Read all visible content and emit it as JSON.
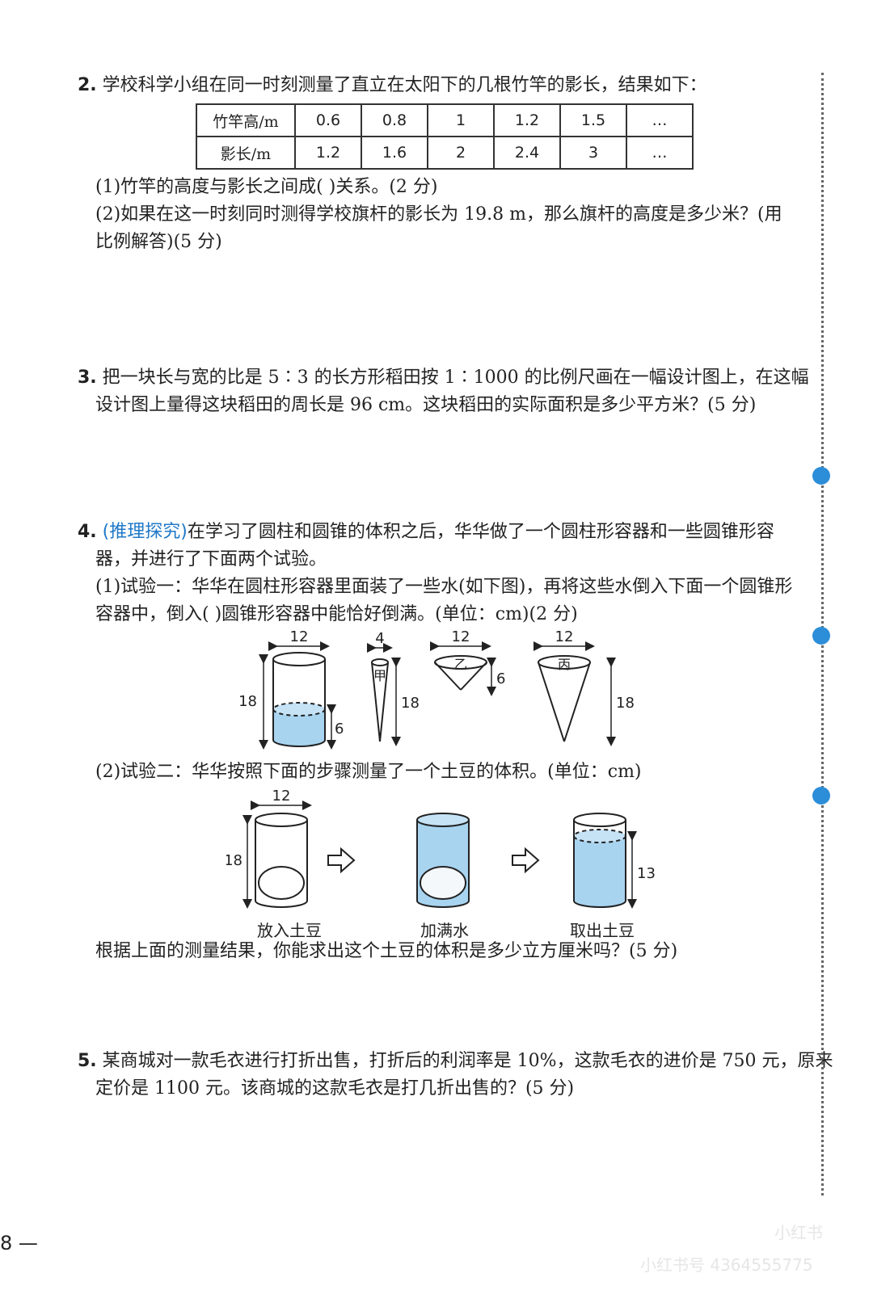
{
  "q2": {
    "num": "2.",
    "text": "学校科学小组在同一时刻测量了直立在太阳下的几根竹竿的影长，结果如下：",
    "table": {
      "rows": [
        [
          "竹竿高/m",
          "0.6",
          "0.8",
          "1",
          "1.2",
          "1.5",
          "…"
        ],
        [
          "影长/m",
          "1.2",
          "1.6",
          "2",
          "2.4",
          "3",
          "…"
        ]
      ]
    },
    "sub1": "(1)竹竿的高度与影长之间成(              )关系。(2 分)",
    "sub2_l1": "(2)如果在这一时刻同时测得学校旗杆的影长为 19.8 m，那么旗杆的高度是多少米？(用",
    "sub2_l2": "比例解答)(5 分)"
  },
  "q3": {
    "num": "3.",
    "l1": "把一块长与宽的比是 5∶3 的长方形稻田按 1∶1000 的比例尺画在一幅设计图上，在这幅",
    "l2": "设计图上量得这块稻田的周长是 96 cm。这块稻田的实际面积是多少平方米？(5 分)"
  },
  "q4": {
    "num": "4.",
    "tag": "(推理探究)",
    "l1": "在学习了圆柱和圆锥的体积之后，华华做了一个圆柱形容器和一些圆锥形容",
    "l2": "器，并进行了下面两个试验。",
    "sub1_l1": "(1)试验一：华华在圆柱形容器里面装了一些水(如下图)，再将这些水倒入下面一个圆锥形",
    "sub1_l2": "容器中，倒入(      )圆锥形容器中能恰好倒满。(单位：cm)(2 分)",
    "fig1": {
      "cyl_d": "12",
      "cyl_h": "18",
      "water_h": "6",
      "jia_label": "甲",
      "jia_d": "4",
      "jia_h": "18",
      "yi_label": "乙",
      "yi_d": "12",
      "yi_h": "6",
      "bing_label": "丙",
      "bing_d": "12",
      "bing_h": "18"
    },
    "sub2": "(2)试验二：华华按照下面的步骤测量了一个土豆的体积。(单位：cm)",
    "fig2": {
      "d": "12",
      "h": "18",
      "after_h": "13",
      "cap1": "放入土豆",
      "cap2": "加满水",
      "cap3": "取出土豆"
    },
    "sub2_q": "根据上面的测量结果，你能求出这个土豆的体积是多少立方厘米吗？(5 分)"
  },
  "q5": {
    "num": "5.",
    "l1": "某商城对一款毛衣进行打折出售，打折后的利润率是 10%，这款毛衣的进价是 750 元，原来",
    "l2": "定价是 1100 元。该商城的这款毛衣是打几折出售的？(5 分)"
  },
  "page_number": "8 —",
  "watermark": {
    "top": "小红书",
    "bottom": "小红书号 4364555775"
  },
  "colors": {
    "water": "#a8d4f0",
    "accent": "#1f78c8"
  }
}
